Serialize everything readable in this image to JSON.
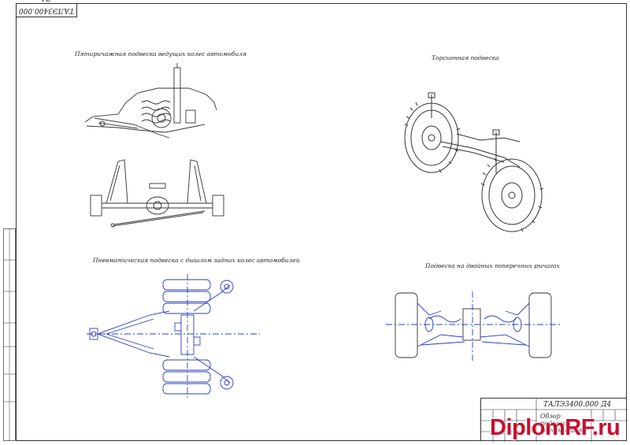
{
  "drawing": {
    "stamp_code": "ТАЛЭ3400.000 Д4",
    "captions": {
      "five_link": "Пятиричажная подвеска ведущих колес автомобиля",
      "torsion": "Торсионная подвеска",
      "pneumatic": "Пневматическая подвеска с дышлом задних колес автомобилей",
      "double_wishbone": "Подвеска на двойных поперечных рычагах"
    },
    "title_block": {
      "code": "ТАЛЭ3400.000 Д4",
      "title": "Обзор подвесок автомобиля"
    },
    "watermark": "DiplomRF.ru"
  },
  "colors": {
    "line": "#333333",
    "blue": "#2b3fbf",
    "watermark": "#c8102e"
  }
}
